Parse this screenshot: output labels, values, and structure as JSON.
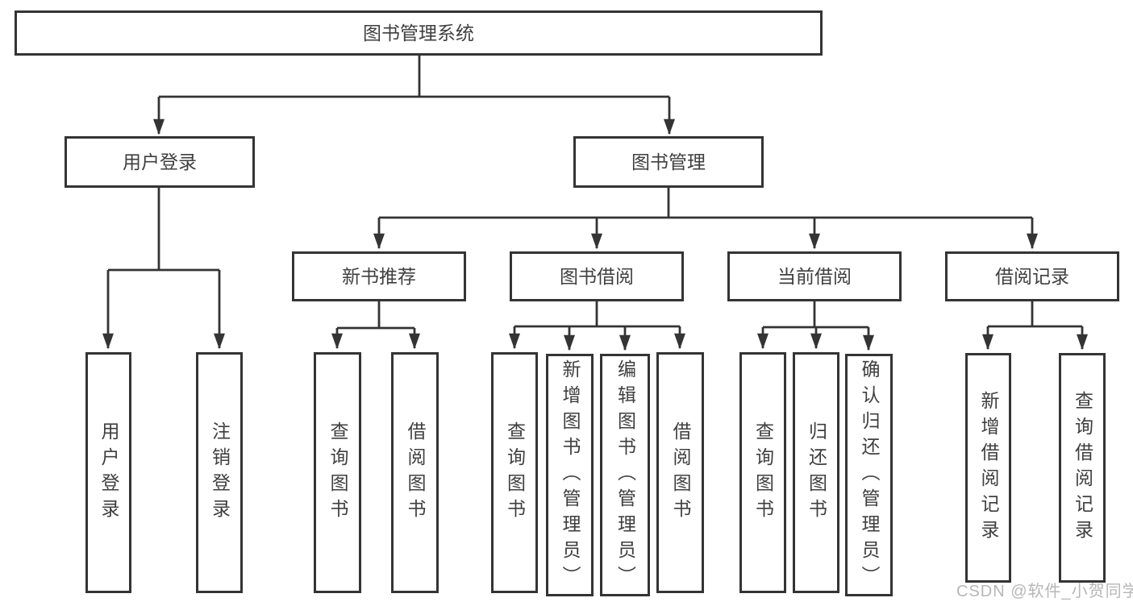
{
  "nodes": {
    "root": {
      "label": "图书管理系统"
    },
    "user_login": {
      "label": "用户登录",
      "children": [
        {
          "label": "用户登录"
        },
        {
          "label": "注销登录"
        }
      ]
    },
    "book_mgmt": {
      "label": "图书管理",
      "sections": [
        {
          "label": "新书推荐",
          "children": [
            {
              "label": "查询图书"
            },
            {
              "label": "借阅图书"
            }
          ]
        },
        {
          "label": "图书借阅",
          "children": [
            {
              "label": "查询图书"
            },
            {
              "label": "新增图书（管理员）"
            },
            {
              "label": "编辑图书（管理员）"
            },
            {
              "label": "借阅图书"
            }
          ]
        },
        {
          "label": "当前借阅",
          "children": [
            {
              "label": "查询图书"
            },
            {
              "label": "归还图书"
            },
            {
              "label": "确认归还（管理员）"
            }
          ]
        },
        {
          "label": "借阅记录",
          "children": [
            {
              "label": "新增借阅记录"
            },
            {
              "label": "查询借阅记录"
            }
          ]
        }
      ]
    }
  },
  "watermark": {
    "text": "CSDN @软件_小贺同学"
  },
  "colors": {
    "line": "#343434",
    "text": "#3f3f3f",
    "watermark": "#b7b7b7",
    "background": "#ffffff"
  }
}
